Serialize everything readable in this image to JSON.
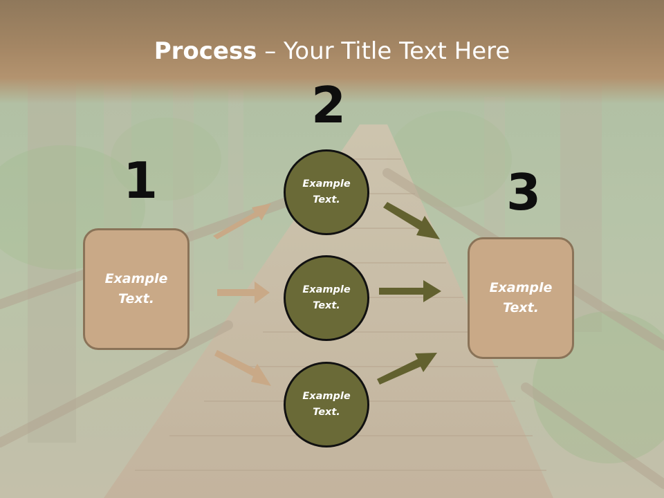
{
  "slide": {
    "title_bold": "Process",
    "title_rest": " – Your Title Text Here",
    "numbers": [
      "1",
      "2",
      "3"
    ],
    "left_box": {
      "line1": "Example",
      "line2": "Text."
    },
    "right_box": {
      "line1": "Example",
      "line2": "Text."
    },
    "circles": [
      {
        "line1": "Example",
        "line2": "Text."
      },
      {
        "line1": "Example",
        "line2": "Text."
      },
      {
        "line1": "Example",
        "line2": "Text."
      }
    ]
  },
  "colors": {
    "title_band": "#a48664",
    "box_fill": "#c9a987",
    "box_border": "#8a7358",
    "circle_fill": "#6a6a37",
    "circle_border": "#111111",
    "arrow_left": "#c9a987",
    "arrow_right": "#62612f"
  },
  "icons": {
    "arrows": "arrow-icon"
  }
}
